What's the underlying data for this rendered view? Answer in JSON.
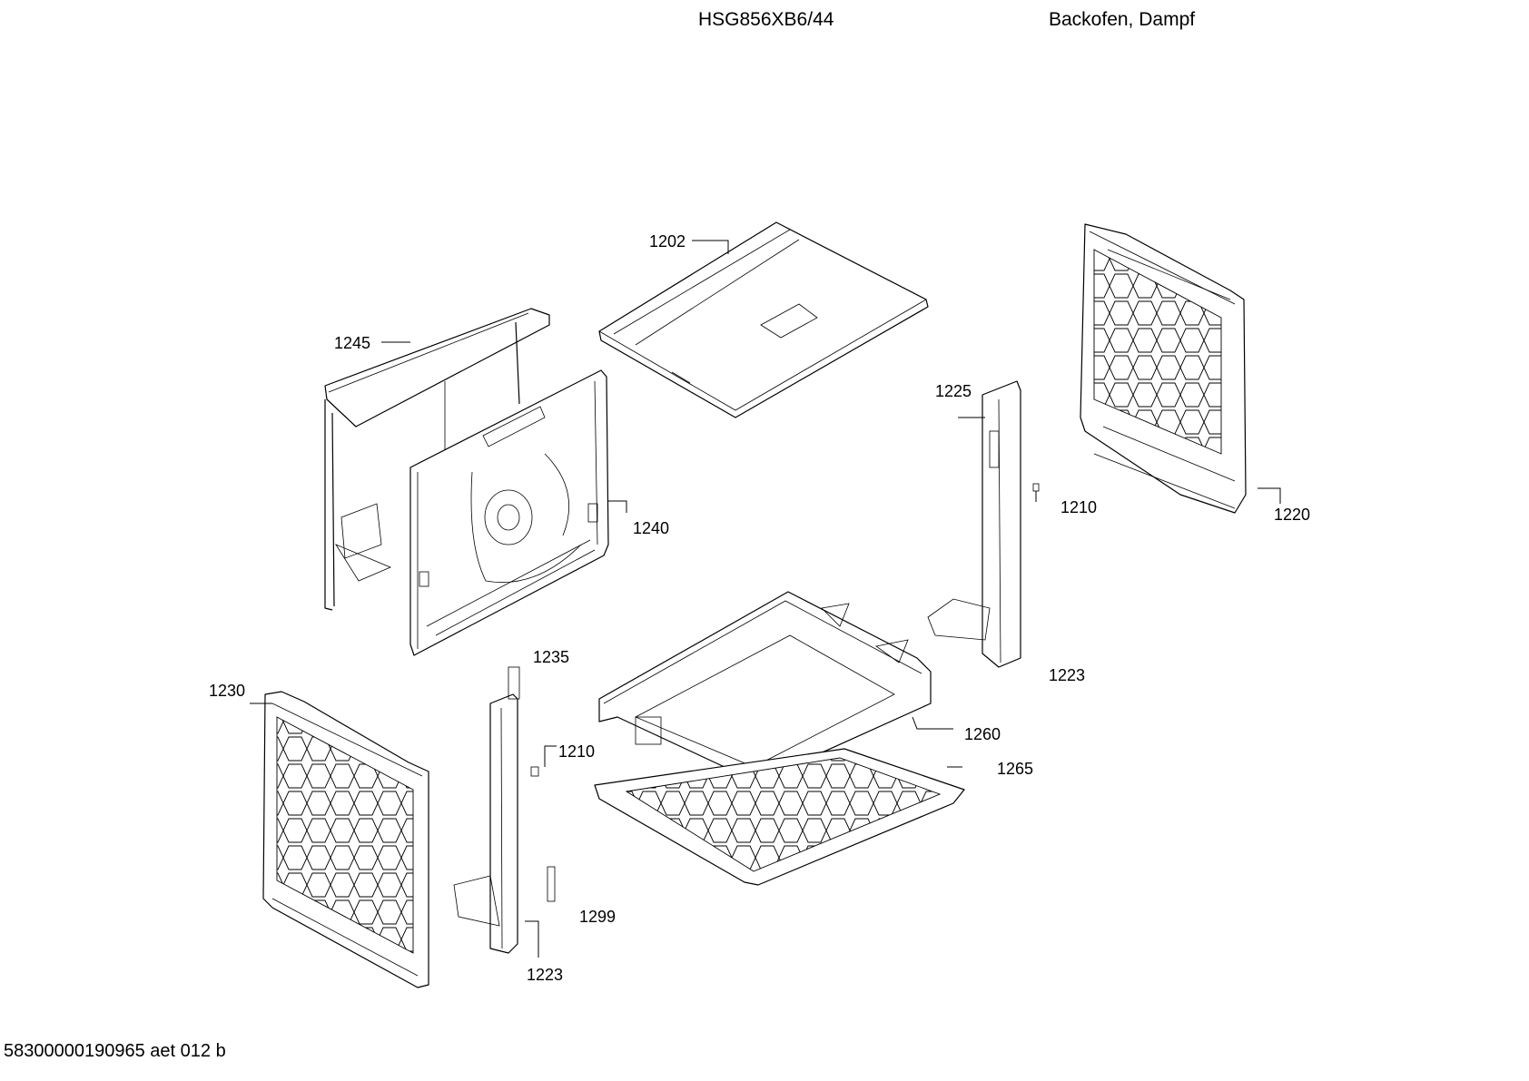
{
  "header": {
    "model": "HSG856XB6/44",
    "category": "Backofen, Dampf"
  },
  "footer": {
    "document_id": "58300000190965 aet 012 b"
  },
  "callouts": {
    "c1202": "1202",
    "c1245": "1245",
    "c1225": "1225",
    "c1240": "1240",
    "c1210a": "1210",
    "c1220": "1220",
    "c1235": "1235",
    "c1230": "1230",
    "c1210b": "1210",
    "c1223a": "1223",
    "c1260": "1260",
    "c1265": "1265",
    "c1299": "1299",
    "c1223b": "1223"
  }
}
